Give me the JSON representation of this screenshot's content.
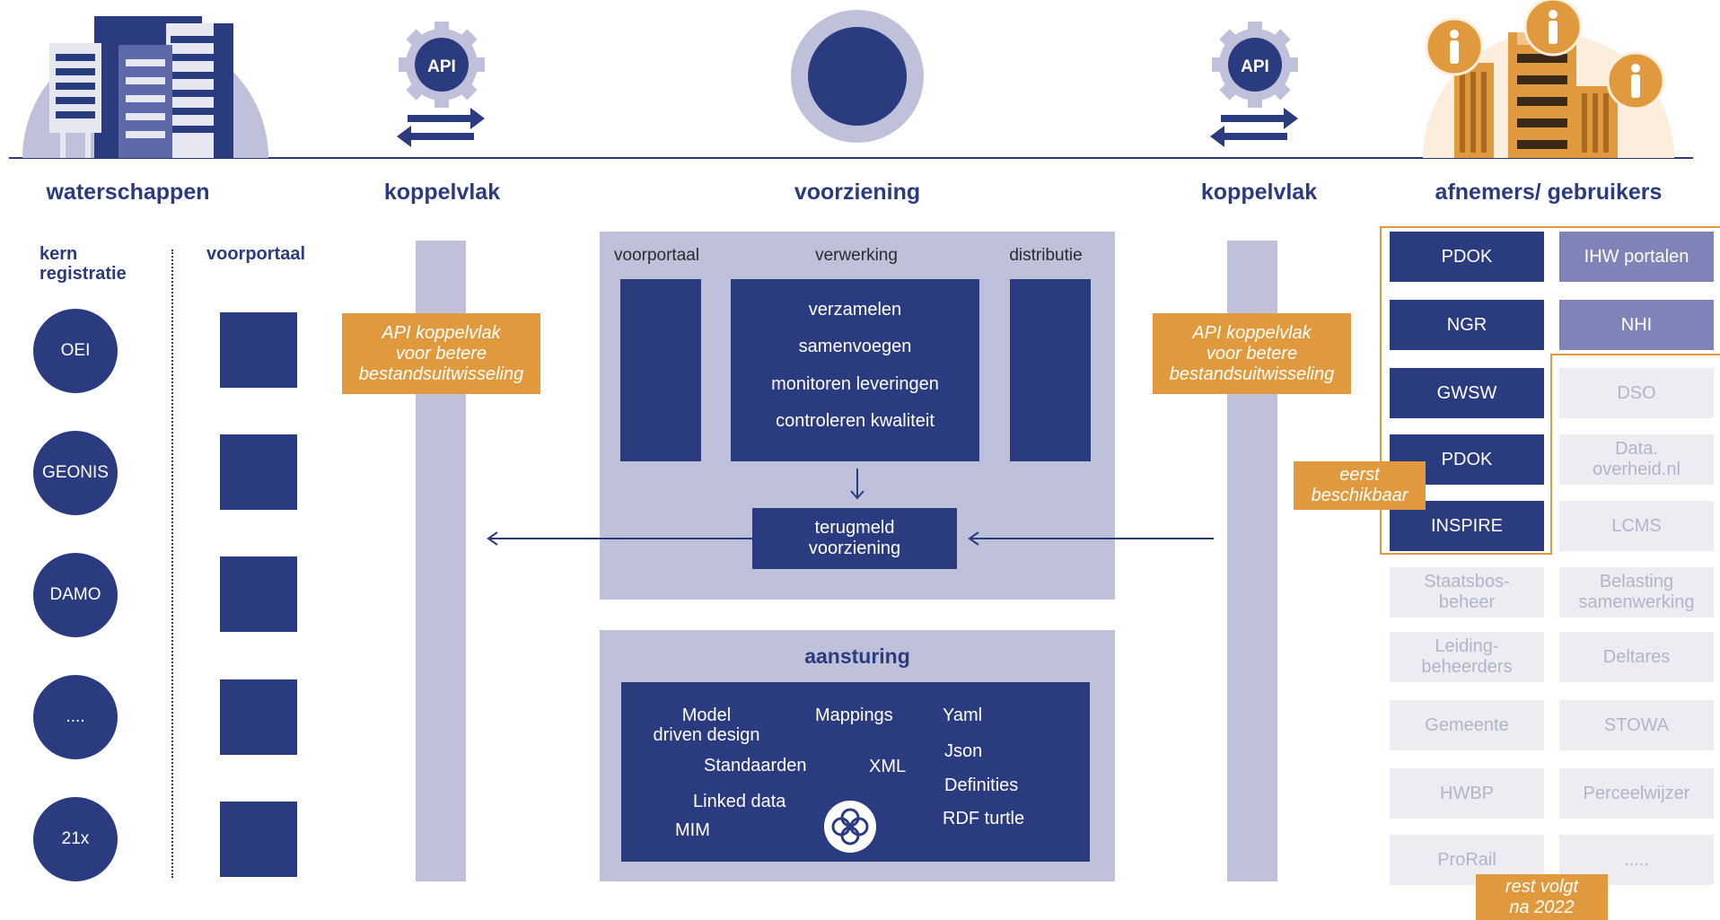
{
  "headers": {
    "waterschappen": "waterschappen",
    "koppelvlak_left": "koppelvlak",
    "voorziening": "voorziening",
    "koppelvlak_right": "koppelvlak",
    "afnemers": "afnemers/ gebruikers"
  },
  "left": {
    "kern_label": "kern\nregistratie",
    "voorportaal_label": "voorportaal",
    "registrations": [
      "OEI",
      "GEONIS",
      "DAMO",
      "....",
      "21x"
    ]
  },
  "api_icon_label": "API",
  "callouts": {
    "api_left": "API koppelvlak\nvoor betere\nbestandsuitwisseling",
    "api_right": "API koppelvlak\nvoor betere\nbestandsuitwisseling",
    "eerst": "eerst\nbeschikbaar",
    "rest": "rest volgt\nna 2022"
  },
  "voorziening": {
    "col_voorportaal": "voorportaal",
    "col_verwerking": "verwerking",
    "col_distributie": "distributie",
    "verwerking_items": [
      "verzamelen",
      "samenvoegen",
      "monitoren leveringen",
      "controleren kwaliteit"
    ],
    "terugmeld": "terugmeld\nvoorziening"
  },
  "aansturing": {
    "title": "aansturing",
    "model_driven": "Model\ndriven design",
    "mappings": "Mappings",
    "yaml": "Yaml",
    "standaarden": "Standaarden",
    "xml": "XML",
    "json": "Json",
    "definities": "Definities",
    "linked_data": "Linked data",
    "mim": "MIM",
    "rdf": "RDF turtle"
  },
  "consumers": [
    {
      "label": "PDOK",
      "style": "dark"
    },
    {
      "label": "IHW portalen",
      "style": "mid"
    },
    {
      "label": "NGR",
      "style": "dark"
    },
    {
      "label": "NHI",
      "style": "mid"
    },
    {
      "label": "GWSW",
      "style": "dark"
    },
    {
      "label": "DSO",
      "style": "light"
    },
    {
      "label": "PDOK",
      "style": "dark"
    },
    {
      "label": "Data.\noverheid.nl",
      "style": "light"
    },
    {
      "label": "INSPIRE",
      "style": "dark"
    },
    {
      "label": "LCMS",
      "style": "light"
    },
    {
      "label": "Staatsbos-\nbeheer",
      "style": "light"
    },
    {
      "label": "Belasting\nsamenwerking",
      "style": "light"
    },
    {
      "label": "Leiding-\nbeheerders",
      "style": "light"
    },
    {
      "label": "Deltares",
      "style": "light"
    },
    {
      "label": "Gemeente",
      "style": "light"
    },
    {
      "label": "STOWA",
      "style": "light"
    },
    {
      "label": "HWBP",
      "style": "light"
    },
    {
      "label": "Perceelwijzer",
      "style": "light"
    },
    {
      "label": "ProRail",
      "style": "light"
    },
    {
      "label": ".....",
      "style": "light"
    }
  ],
  "colors": {
    "navy": "#2b3b80",
    "lavender": "#bfc0d9",
    "orange": "#e09a3d",
    "light_box": "#ececf3"
  }
}
